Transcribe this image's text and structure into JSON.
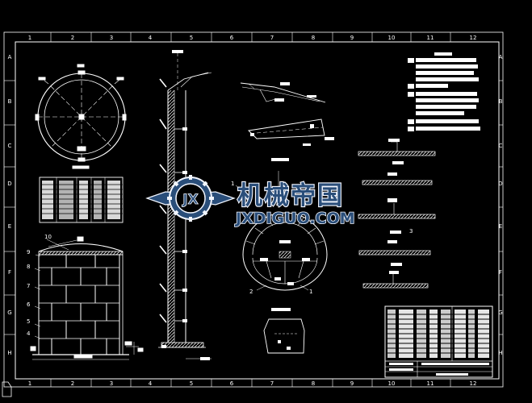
{
  "frame": {
    "col_labels": [
      "1",
      "2",
      "3",
      "4",
      "5",
      "6",
      "7",
      "8",
      "9",
      "10",
      "11",
      "12"
    ],
    "row_labels": [
      "A",
      "B",
      "C",
      "D",
      "E",
      "F",
      "G",
      "H"
    ]
  },
  "tank_labels": [
    "10",
    "9",
    "8",
    "7",
    "6",
    "5",
    "4"
  ],
  "detail_labels": [
    "1",
    "2",
    "3"
  ],
  "watermark": {
    "cn_text": "机械帝国",
    "en_text": "JXDIGUO.COM",
    "logo_letters": "JX"
  },
  "colors": {
    "background": "#000000",
    "lines": "#ffffff",
    "watermark_fill": "#2a4e7a"
  }
}
